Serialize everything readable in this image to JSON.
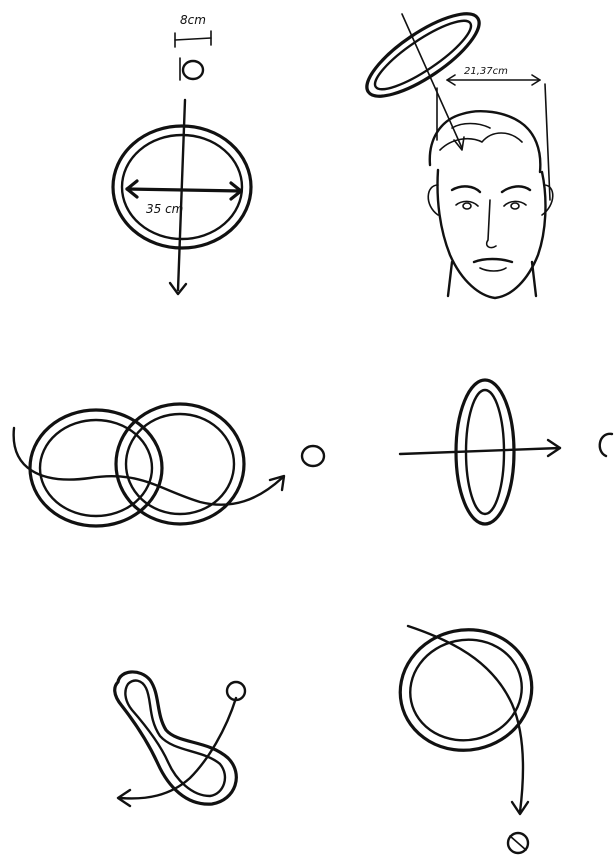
{
  "labels": {
    "ball_diameter": "8cm",
    "hoop_diameter": "35 cm",
    "head_width": "21,37cm"
  },
  "ink_color": "#111111",
  "background_color": "#ffffff"
}
